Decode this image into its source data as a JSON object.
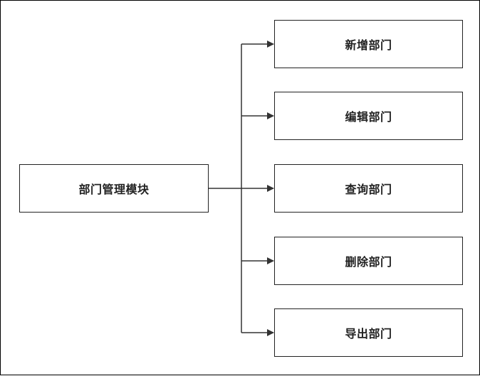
{
  "diagram": {
    "root": {
      "label": "部门管理模块"
    },
    "children": [
      {
        "label": "新增部门"
      },
      {
        "label": "编辑部门"
      },
      {
        "label": "查询部门"
      },
      {
        "label": "删除部门"
      },
      {
        "label": "导出部门"
      }
    ],
    "colors": {
      "line": "#333333",
      "box_border": "#222222",
      "text": "#222222",
      "background": "#ffffff"
    }
  }
}
